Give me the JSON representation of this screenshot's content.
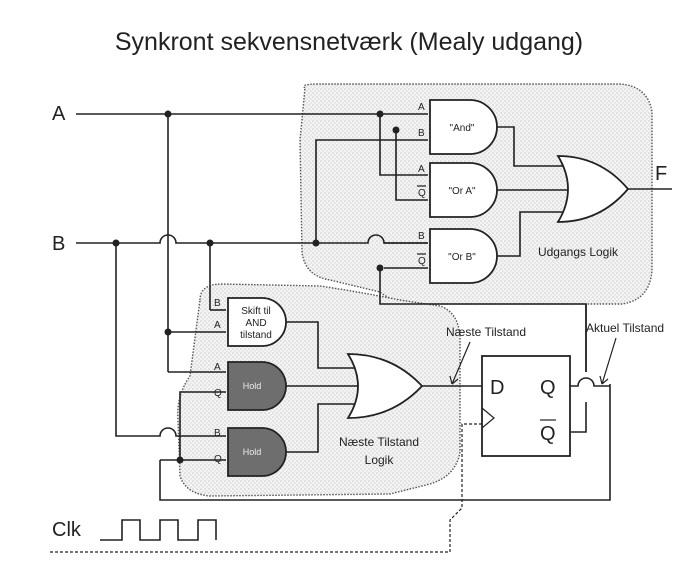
{
  "title": "Synkront sekvensnetværk (Mealy udgang)",
  "signals": {
    "a": "A",
    "b": "B",
    "f": "F",
    "clk": "Clk"
  },
  "gates": {
    "and": "\"And\"",
    "or_a": "\"Or A\"",
    "or_b": "\"Or B\"",
    "skift": [
      "Skift til",
      "AND",
      "tilstand"
    ],
    "hold": "Hold"
  },
  "pins": {
    "a": "A",
    "b": "B",
    "q": "Q",
    "qbar": "Q"
  },
  "regions": {
    "udgangs": "Udgangs Logik",
    "naeste": [
      "Næste Tilstand",
      "Logik"
    ]
  },
  "notes": {
    "naeste_tilstand": "Næste Tilstand",
    "aktuel_tilstand": "Aktuel Tilstand"
  },
  "flipflop": {
    "d": "D",
    "q": "Q",
    "qbar": "Q"
  }
}
